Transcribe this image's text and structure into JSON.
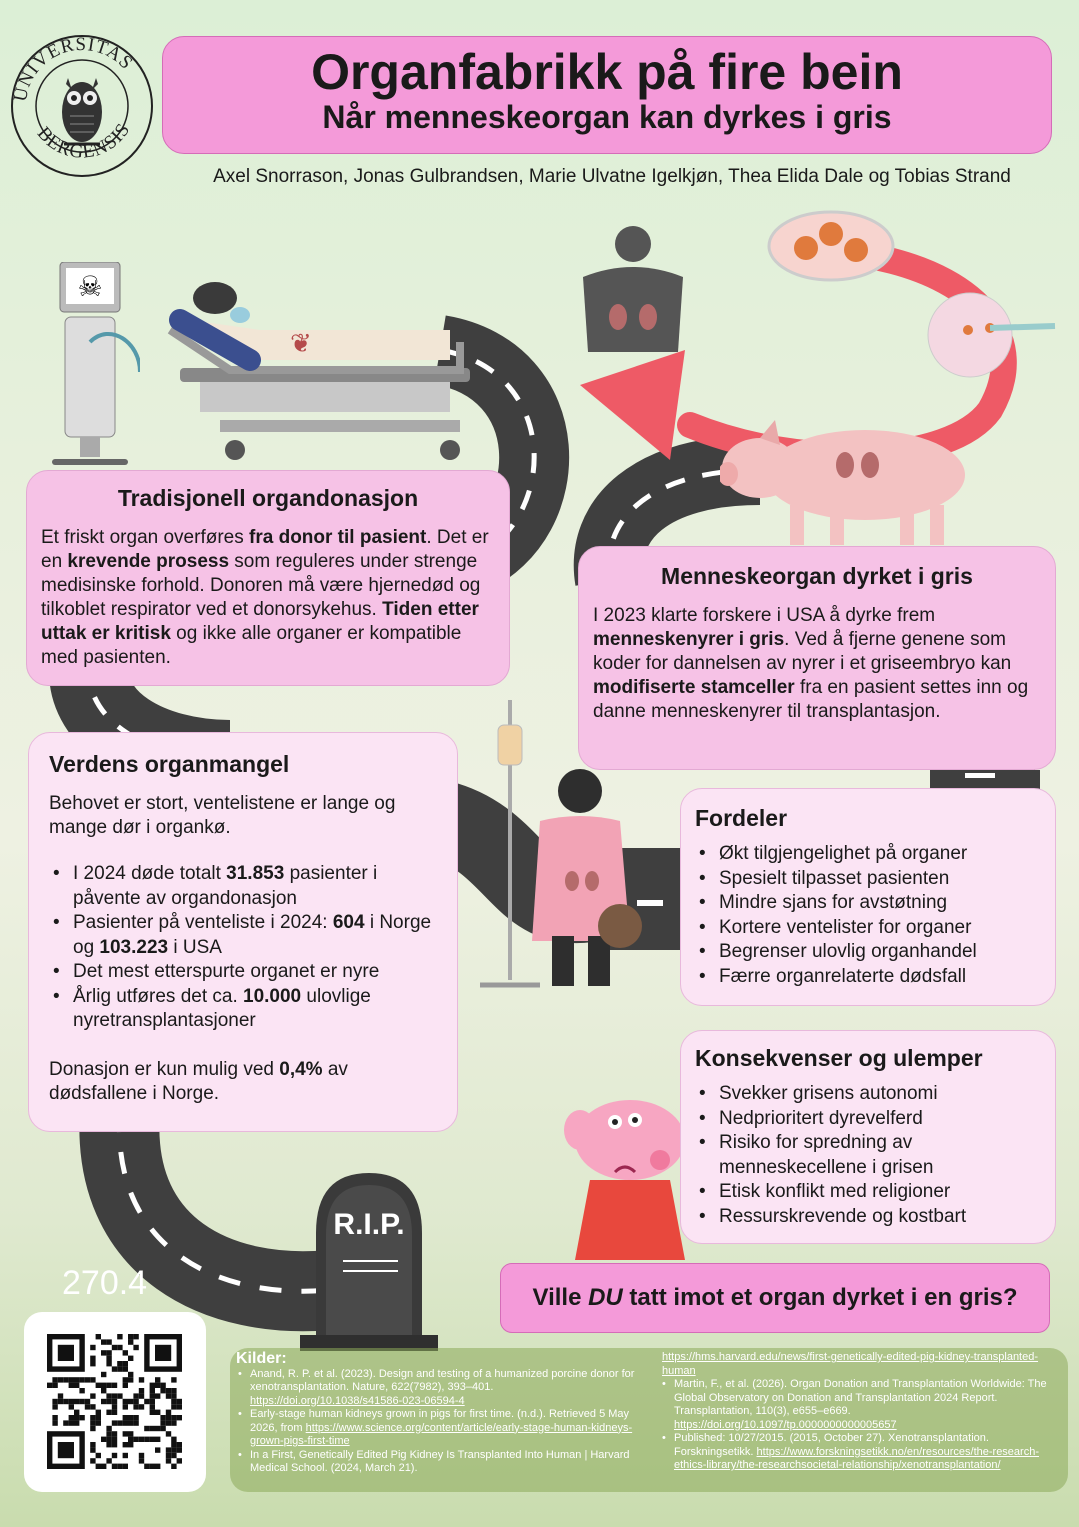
{
  "header": {
    "title": "Organfabrikk på fire bein",
    "subtitle": "Når menneskeorgan kan dyrkes i gris",
    "authors": "Axel Snorrason, Jonas Gulbrandsen, Marie Ulvatne Igelkjøn, Thea Elida Dale og Tobias Strand",
    "logo_text": "UNIVERSITAS BERGENSIS"
  },
  "traditional": {
    "title": "Tradisjonell organdonasjon",
    "text": [
      {
        "t": "Et friskt organ overføres ",
        "b": false
      },
      {
        "t": "fra donor til pasient",
        "b": true
      },
      {
        "t": ". Det er en ",
        "b": false
      },
      {
        "t": "krevende prosess",
        "b": true
      },
      {
        "t": " som reguleres under strenge medisinske forhold. Donoren må være hjernedød og tilkoblet respirator ved et donorsykehus. ",
        "b": false
      },
      {
        "t": "Tiden etter uttak er kritisk",
        "b": true
      },
      {
        "t": " og ikke alle organer er kompatible med pasienten.",
        "b": false
      }
    ]
  },
  "pig_organ": {
    "title": "Menneskeorgan dyrket i gris",
    "text": [
      {
        "t": "I 2023 klarte forskere i USA å dyrke frem ",
        "b": false
      },
      {
        "t": "menneskenyrer i gris",
        "b": true
      },
      {
        "t": ". Ved å fjerne genene som koder for dannelsen av nyrer i et griseembryo kan ",
        "b": false
      },
      {
        "t": "modifiserte stamceller",
        "b": true
      },
      {
        "t": " fra en pasient settes inn og danne menneskenyrer til transplantasjon.",
        "b": false
      }
    ]
  },
  "shortage": {
    "title": "Verdens organmangel",
    "intro": "Behovet er stort, ventelistene er lange og mange dør i organkø.",
    "bullets": [
      [
        {
          "t": "I 2024 døde totalt ",
          "b": false
        },
        {
          "t": "31.853",
          "b": true
        },
        {
          "t": " pasienter i påvente av organdonasjon",
          "b": false
        }
      ],
      [
        {
          "t": "Pasienter på venteliste i 2024: ",
          "b": false
        },
        {
          "t": "604",
          "b": true
        },
        {
          "t": " i Norge og ",
          "b": false
        },
        {
          "t": "103.223",
          "b": true
        },
        {
          "t": " i USA",
          "b": false
        }
      ],
      [
        {
          "t": "Det mest etterspurte organet er nyre",
          "b": false
        }
      ],
      [
        {
          "t": "Årlig utføres det ca. ",
          "b": false
        },
        {
          "t": "10.000",
          "b": true
        },
        {
          "t": " ulovlige nyretransplantasjoner",
          "b": false
        }
      ]
    ],
    "footer": [
      {
        "t": "Donasjon er kun mulig ved ",
        "b": false
      },
      {
        "t": "0,4%",
        "b": true
      },
      {
        "t": " av dødsfallene i Norge.",
        "b": false
      }
    ]
  },
  "benefits": {
    "title": "Fordeler",
    "items": [
      "Økt tilgjengelighet på organer",
      "Spesielt tilpasset pasienten",
      "Mindre sjans for avstøtning",
      "Kortere ventelister for organer",
      "Begrenser ulovlig organhandel",
      "Færre organrelaterte dødsfall"
    ]
  },
  "drawbacks": {
    "title": "Konsekvenser og ulemper",
    "items": [
      "Svekker grisens autonomi",
      "Nedprioritert dyrevelferd",
      "Risiko for spredning av menneskecellene i grisen",
      "Etisk konflikt med religioner",
      "Ressurskrevende og kostbart"
    ]
  },
  "question": {
    "before": "Ville ",
    "emph": "DU",
    "after": " tatt imot et organ dyrket i en gris?"
  },
  "poster_number": "270.4",
  "tombstone_text": "R.I.P.",
  "sources": {
    "title": "Kilder:",
    "left": [
      {
        "text": "Anand, R. P. et al. (2023). Design and testing of a humanized porcine donor for xenotransplantation. Nature, 622(7982), 393–401. ",
        "link": "https://doi.org/10.1038/s41586-023-06594-4"
      },
      {
        "text": "Early-stage human kidneys grown in pigs for first time. (n.d.). Retrieved 5 May 2026, from ",
        "link": "https://www.science.org/content/article/early-stage-human-kidneys-grown-pigs-first-time"
      },
      {
        "text": "In a First, Genetically Edited Pig Kidney Is Transplanted Into Human | Harvard Medical School. (2024, March 21).",
        "link": ""
      }
    ],
    "right_top_link": "https://hms.harvard.edu/news/first-genetically-edited-pig-kidney-transplanted-human",
    "right": [
      {
        "text": "Martin, F., et al. (2026). Organ Donation and Transplantation Worldwide: The Global Observatory on Donation and Transplantation 2024 Report. Transplantation, 110(3), e655–e669. ",
        "link": "https://doi.org/10.1097/tp.0000000000005657"
      },
      {
        "text": "Published: 10/27/2015. (2015, October 27). Xenotransplantation. Forskningsetikk. ",
        "link": "https://www.forskningsetikk.no/en/resources/the-research-ethics-library/the-researchsocietal-relationship/xenotransplantation/"
      }
    ]
  },
  "colors": {
    "pink_title": "#f49ad9",
    "light_pink": "#f7d9ef",
    "road": "#3f3f3f",
    "arrow": "#ee5a66"
  }
}
